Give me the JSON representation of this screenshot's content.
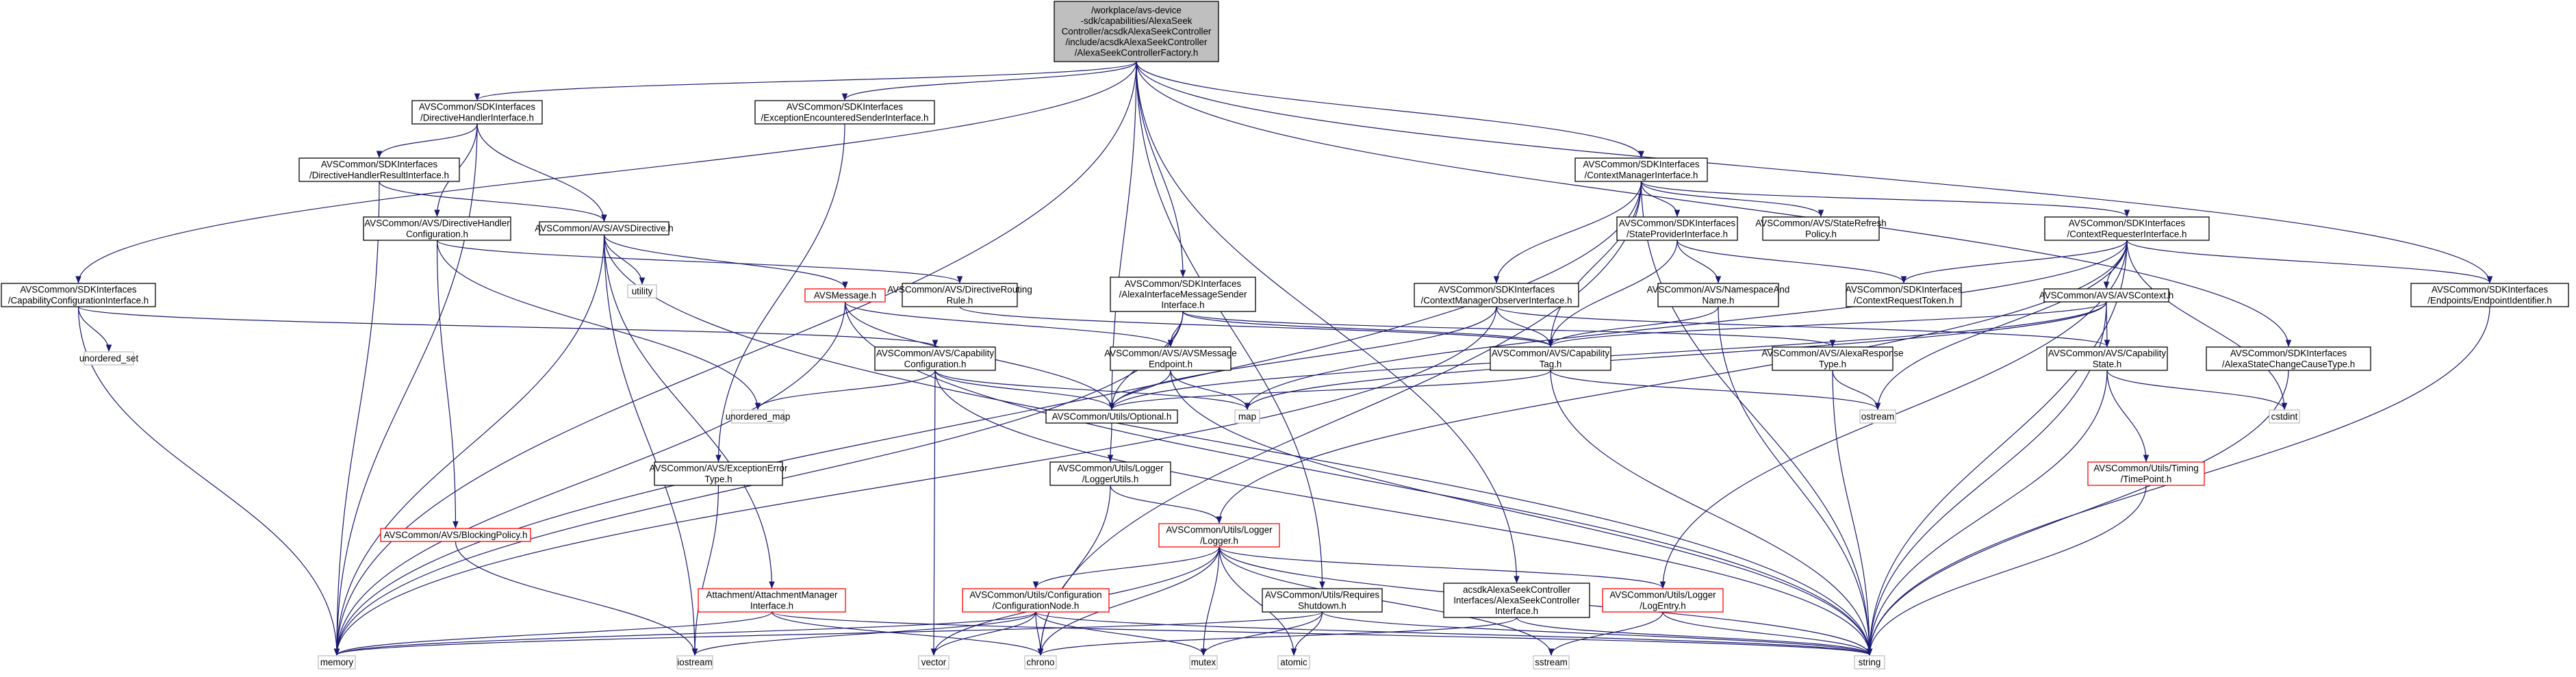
{
  "diagram": {
    "type": "doxygen-include-dependency-graph",
    "colors": {
      "edge": "#191970",
      "node_border": "#000000",
      "root_fill": "#bfbfbf",
      "node_fill": "#ffffff",
      "unresolved_border": "#bfbfbf",
      "truncated_border": "#ff0000",
      "text_normal": "#000000",
      "text_truncated": "#ff0000"
    },
    "nodes": [
      {
        "id": "root",
        "lines": [
          "/workplace/avs-device",
          "-sdk/capabilities/AlexaSeek",
          "Controller/acsdkAlexaSeekController",
          "/include/acsdkAlexaSeekController",
          "/AlexaSeekControllerFactory.h"
        ]
      },
      {
        "id": "dhi",
        "lines": [
          "AVSCommon/SDKInterfaces",
          "/DirectiveHandlerInterface.h"
        ]
      },
      {
        "id": "eesi",
        "lines": [
          "AVSCommon/SDKInterfaces",
          "/ExceptionEncounteredSenderInterface.h"
        ]
      },
      {
        "id": "cmi",
        "lines": [
          "AVSCommon/SDKInterfaces",
          "/ContextManagerInterface.h"
        ]
      },
      {
        "id": "dhri",
        "lines": [
          "AVSCommon/SDKInterfaces",
          "/DirectiveHandlerResultInterface.h"
        ]
      },
      {
        "id": "dhc",
        "lines": [
          "AVSCommon/AVS/DirectiveHandler",
          "Configuration.h"
        ]
      },
      {
        "id": "avsdir",
        "lines": [
          "AVSCommon/AVS/AVSDirective.h"
        ]
      },
      {
        "id": "spi",
        "lines": [
          "AVSCommon/SDKInterfaces",
          "/StateProviderInterface.h"
        ]
      },
      {
        "id": "srp",
        "lines": [
          "AVSCommon/AVS/StateRefresh",
          "Policy.h"
        ]
      },
      {
        "id": "cri",
        "lines": [
          "AVSCommon/SDKInterfaces",
          "/ContextRequesterInterface.h"
        ]
      },
      {
        "id": "cci",
        "lines": [
          "AVSCommon/SDKInterfaces",
          "/CapabilityConfigurationInterface.h"
        ]
      },
      {
        "id": "aimsi",
        "lines": [
          "AVSCommon/SDKInterfaces",
          "/AlexaInterfaceMessageSender",
          "Interface.h"
        ]
      },
      {
        "id": "utility",
        "lines": [
          "utility"
        ]
      },
      {
        "id": "avsmsg",
        "lines": [
          "AVSMessage.h"
        ]
      },
      {
        "id": "drr",
        "lines": [
          "AVSCommon/AVS/DirectiveRouting",
          "Rule.h"
        ]
      },
      {
        "id": "cmoi",
        "lines": [
          "AVSCommon/SDKInterfaces",
          "/ContextManagerObserverInterface.h"
        ]
      },
      {
        "id": "nan",
        "lines": [
          "AVSCommon/AVS/NamespaceAnd",
          "Name.h"
        ]
      },
      {
        "id": "crt",
        "lines": [
          "AVSCommon/SDKInterfaces",
          "/ContextRequestToken.h"
        ]
      },
      {
        "id": "avsctx",
        "lines": [
          "AVSCommon/AVS/AVSContext.h"
        ]
      },
      {
        "id": "epid",
        "lines": [
          "AVSCommon/SDKInterfaces",
          "/Endpoints/EndpointIdentifier.h"
        ]
      },
      {
        "id": "unordered_set",
        "lines": [
          "unordered_set"
        ]
      },
      {
        "id": "capcfg",
        "lines": [
          "AVSCommon/AVS/Capability",
          "Configuration.h"
        ]
      },
      {
        "id": "avsep",
        "lines": [
          "AVSCommon/AVS/AVSMessage",
          "Endpoint.h"
        ]
      },
      {
        "id": "captag",
        "lines": [
          "AVSCommon/AVS/Capability",
          "Tag.h"
        ]
      },
      {
        "id": "art",
        "lines": [
          "AVSCommon/AVS/AlexaResponse",
          "Type.h"
        ]
      },
      {
        "id": "capstate",
        "lines": [
          "AVSCommon/AVS/Capability",
          "State.h"
        ]
      },
      {
        "id": "asct",
        "lines": [
          "AVSCommon/SDKInterfaces",
          "/AlexaStateChangeCauseType.h"
        ]
      },
      {
        "id": "unordered_map",
        "lines": [
          "unordered_map"
        ]
      },
      {
        "id": "optional",
        "lines": [
          "AVSCommon/Utils/Optional.h"
        ]
      },
      {
        "id": "map",
        "lines": [
          "map"
        ]
      },
      {
        "id": "ostream",
        "lines": [
          "ostream"
        ]
      },
      {
        "id": "cstdint",
        "lines": [
          "cstdint"
        ]
      },
      {
        "id": "logutils",
        "lines": [
          "AVSCommon/Utils/Logger",
          "/LoggerUtils.h"
        ]
      },
      {
        "id": "exerr",
        "lines": [
          "AVSCommon/AVS/ExceptionError",
          "Type.h"
        ]
      },
      {
        "id": "timepoint",
        "lines": [
          "AVSCommon/Utils/Timing",
          "/TimePoint.h"
        ]
      },
      {
        "id": "blocking",
        "lines": [
          "AVSCommon/AVS/BlockingPolicy.h"
        ]
      },
      {
        "id": "logger",
        "lines": [
          "AVSCommon/Utils/Logger",
          "/Logger.h"
        ]
      },
      {
        "id": "attach",
        "lines": [
          "Attachment/AttachmentManager",
          "Interface.h"
        ]
      },
      {
        "id": "confnode",
        "lines": [
          "AVSCommon/Utils/Configuration",
          "/ConfigurationNode.h"
        ]
      },
      {
        "id": "reqshut",
        "lines": [
          "AVSCommon/Utils/Requires",
          "Shutdown.h"
        ]
      },
      {
        "id": "ascif",
        "lines": [
          "acsdkAlexaSeekController",
          "Interfaces/AlexaSeekController",
          "Interface.h"
        ]
      },
      {
        "id": "logentry",
        "lines": [
          "AVSCommon/Utils/Logger",
          "/LogEntry.h"
        ]
      },
      {
        "id": "memory",
        "lines": [
          "memory"
        ]
      },
      {
        "id": "iostream",
        "lines": [
          "iostream"
        ]
      },
      {
        "id": "vector",
        "lines": [
          "vector"
        ]
      },
      {
        "id": "chrono",
        "lines": [
          "chrono"
        ]
      },
      {
        "id": "mutex",
        "lines": [
          "mutex"
        ]
      },
      {
        "id": "atomic",
        "lines": [
          "atomic"
        ]
      },
      {
        "id": "sstream",
        "lines": [
          "sstream"
        ]
      },
      {
        "id": "string",
        "lines": [
          "string"
        ]
      }
    ]
  }
}
